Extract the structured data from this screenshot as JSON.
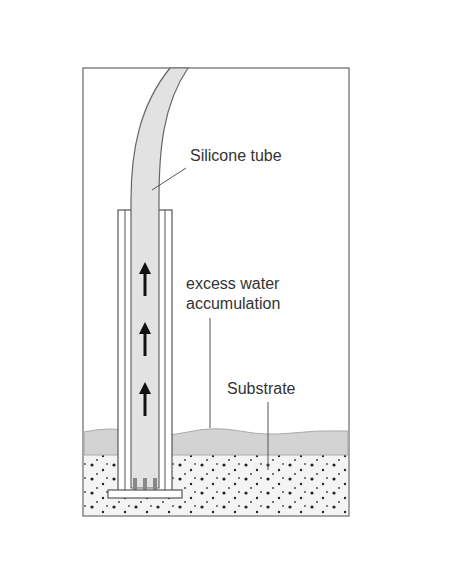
{
  "diagram": {
    "labels": [
      "Silicone tube",
      "excess water accumulation",
      "Substrate"
    ]
  }
}
